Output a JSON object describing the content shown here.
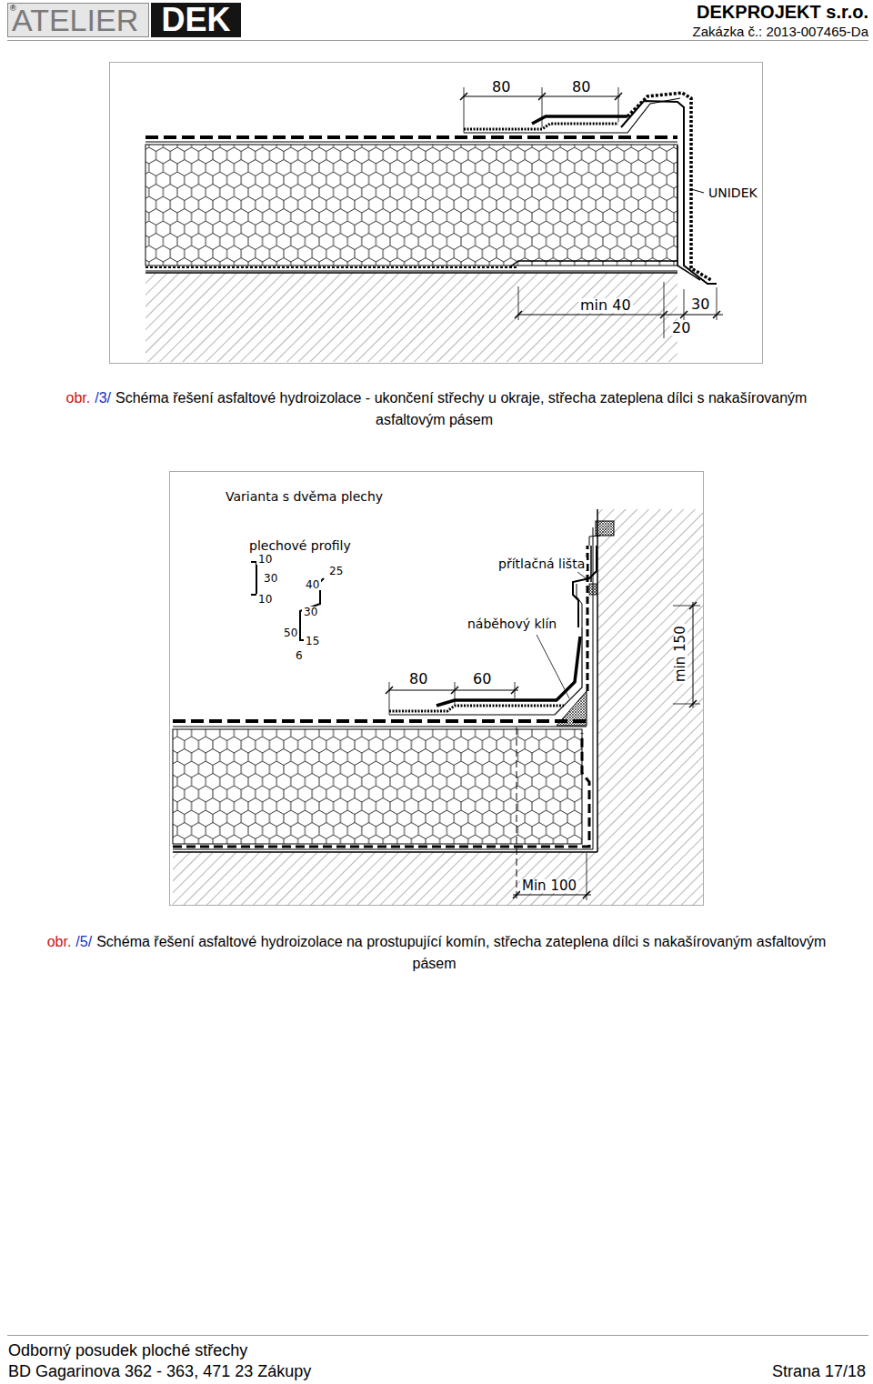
{
  "diagram": {
    "nodes": [
      {
        "text": [
          "DEK"
        ]
      }
    ],
    "labels": [
      "®",
      "ATELIER",
      "DEKPROJEKT s.r.o.",
      "Zakázka č.: 2013-007465-Da",
      "80",
      "80",
      "UNIDEK",
      "min 40",
      "30",
      "20",
      "obr.",
      "/3/",
      "Schéma řešení asfaltové hydroizolace - ukončení střechy u okraje, střecha zateplena dílci s nakašírovaným asfaltovým pásem",
      "Varianta s dvěma plechy",
      "plechové profily",
      "10",
      "30",
      "10",
      "25",
      "40",
      "30",
      "50",
      "15",
      "6",
      "přítlačná lišta",
      "náběhový klín",
      "80",
      "60",
      "min 150",
      "Min 100",
      "obr.",
      "/5/",
      "Schéma řešení asfaltové hydroizolace na prostupující komín, střecha zateplena dílci s nakašírovaným asfaltovým pásem",
      "Odborný posudek ploché střechy",
      "BD Gagarinova 362 - 363, 471 23 Zákupy",
      "Strana 17/18"
    ]
  }
}
